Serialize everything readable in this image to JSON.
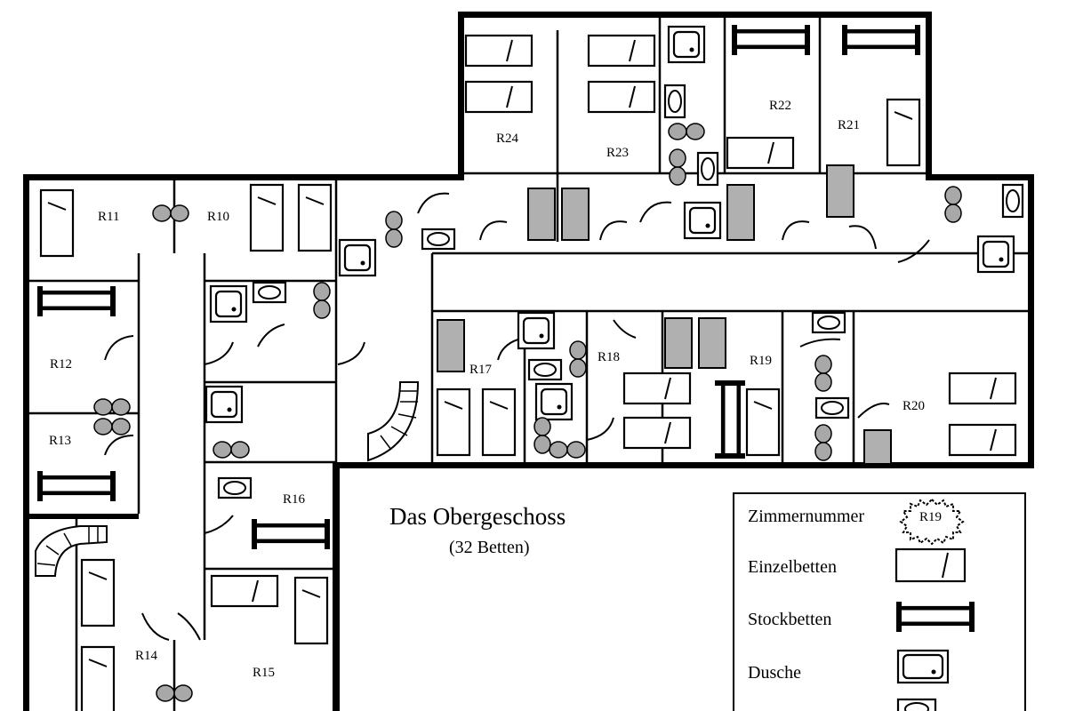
{
  "floor": {
    "title": "Das Obergeschoss",
    "subtitle": "(32 Betten)"
  },
  "rooms": [
    "R10",
    "R11",
    "R12",
    "R13",
    "R14",
    "R15",
    "R16",
    "R17",
    "R18",
    "R19",
    "R20",
    "R21",
    "R22",
    "R23",
    "R24"
  ],
  "legend": {
    "room_number_label": "Zimmernummer",
    "room_number_sample": "R19",
    "single_beds_label": "Einzelbetten",
    "bunk_beds_label": "Stockbetten",
    "shower_label": "Dusche"
  }
}
